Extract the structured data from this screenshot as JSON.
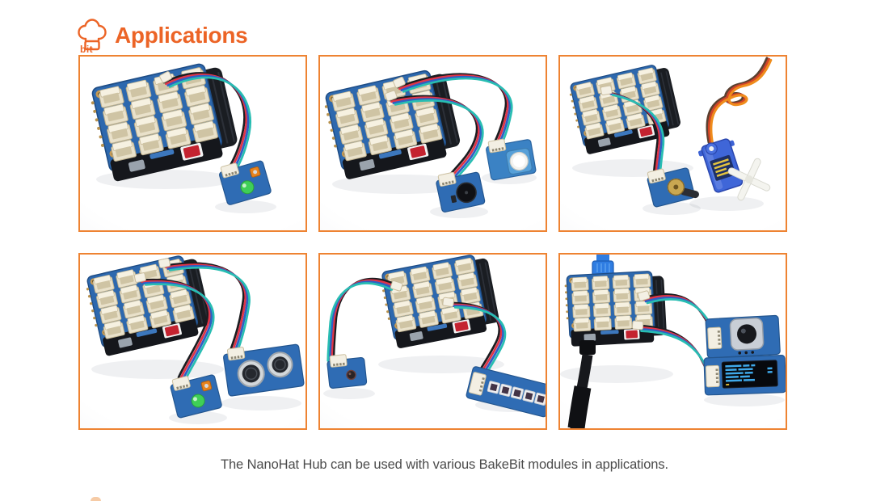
{
  "header": {
    "logo_text": "bit",
    "title": "Applications"
  },
  "caption": "The NanoHat Hub can be used with various BakeBit modules in applications.",
  "figures": [
    {
      "alt": "NanoHat Hub connected to a BakeBit green LED module"
    },
    {
      "alt": "NanoHat Hub connected to BakeBit buzzer and button modules"
    },
    {
      "alt": "NanoHat Hub connected to a BakeBit rotary angle sensor and a blue servo"
    },
    {
      "alt": "NanoHat Hub connected to a BakeBit green LED module and an ultrasonic ranger"
    },
    {
      "alt": "NanoHat Hub connected to a BakeBit light sensor and an RGB LED bar"
    },
    {
      "alt": "NanoHat Hub with Ethernet and USB cables connected to BakeBit joystick and OLED display modules"
    }
  ],
  "colors": {
    "accent": "#ec6426",
    "tile_border": "#ee8332",
    "caption_text": "#4b4b4b"
  }
}
